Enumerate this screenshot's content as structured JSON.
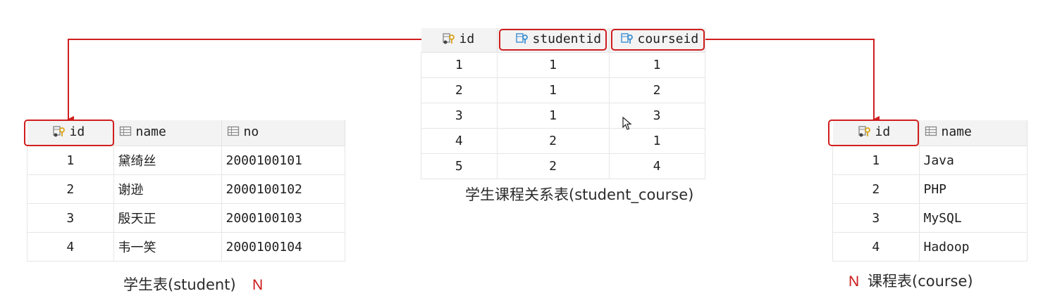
{
  "student_course": {
    "caption": "学生课程关系表(student_course)",
    "columns": [
      "id",
      "studentid",
      "courseid"
    ],
    "rows": [
      [
        "1",
        "1",
        "1"
      ],
      [
        "2",
        "1",
        "2"
      ],
      [
        "3",
        "1",
        "3"
      ],
      [
        "4",
        "2",
        "1"
      ],
      [
        "5",
        "2",
        "4"
      ]
    ]
  },
  "student": {
    "caption": "学生表(student)",
    "multiplicity": "N",
    "columns": [
      "id",
      "name",
      "no"
    ],
    "rows": [
      [
        "1",
        "黛绮丝",
        "2000100101"
      ],
      [
        "2",
        "谢逊",
        "2000100102"
      ],
      [
        "3",
        "殷天正",
        "2000100103"
      ],
      [
        "4",
        "韦一笑",
        "2000100104"
      ]
    ]
  },
  "course": {
    "caption": "课程表(course)",
    "multiplicity": "N",
    "columns": [
      "id",
      "name"
    ],
    "rows": [
      [
        "1",
        "Java"
      ],
      [
        "2",
        "PHP"
      ],
      [
        "3",
        "MySQL"
      ],
      [
        "4",
        "Hadoop"
      ]
    ]
  },
  "icons": {
    "primary_key": "primary-key-icon",
    "foreign_key": "foreign-key-icon",
    "column": "column-icon"
  },
  "colors": {
    "highlight": "#d01e1e",
    "header_bg": "#f3f3f3",
    "grid": "#e6e6e6"
  }
}
